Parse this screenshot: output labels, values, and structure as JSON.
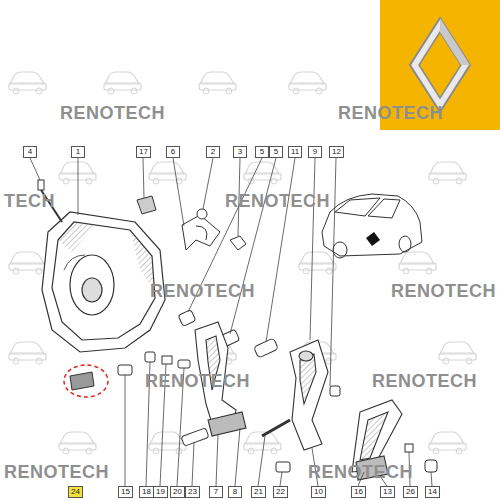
{
  "diagram": {
    "labels": [
      "RENOTECH",
      "RENOTECH",
      "TECH",
      "RENOTECH",
      "RENOTECH",
      "RENOTECH",
      "RENOTECH",
      "RENOTECH",
      "RENOTECH",
      "RENOTECH",
      "4",
      "1",
      "17",
      "6",
      "2",
      "3",
      "5",
      "5",
      "11",
      "9",
      "12",
      "24",
      "15",
      "18",
      "19",
      "20",
      "23",
      "7",
      "8",
      "21",
      "22",
      "10",
      "16",
      "13",
      "26",
      "14"
    ]
  }
}
